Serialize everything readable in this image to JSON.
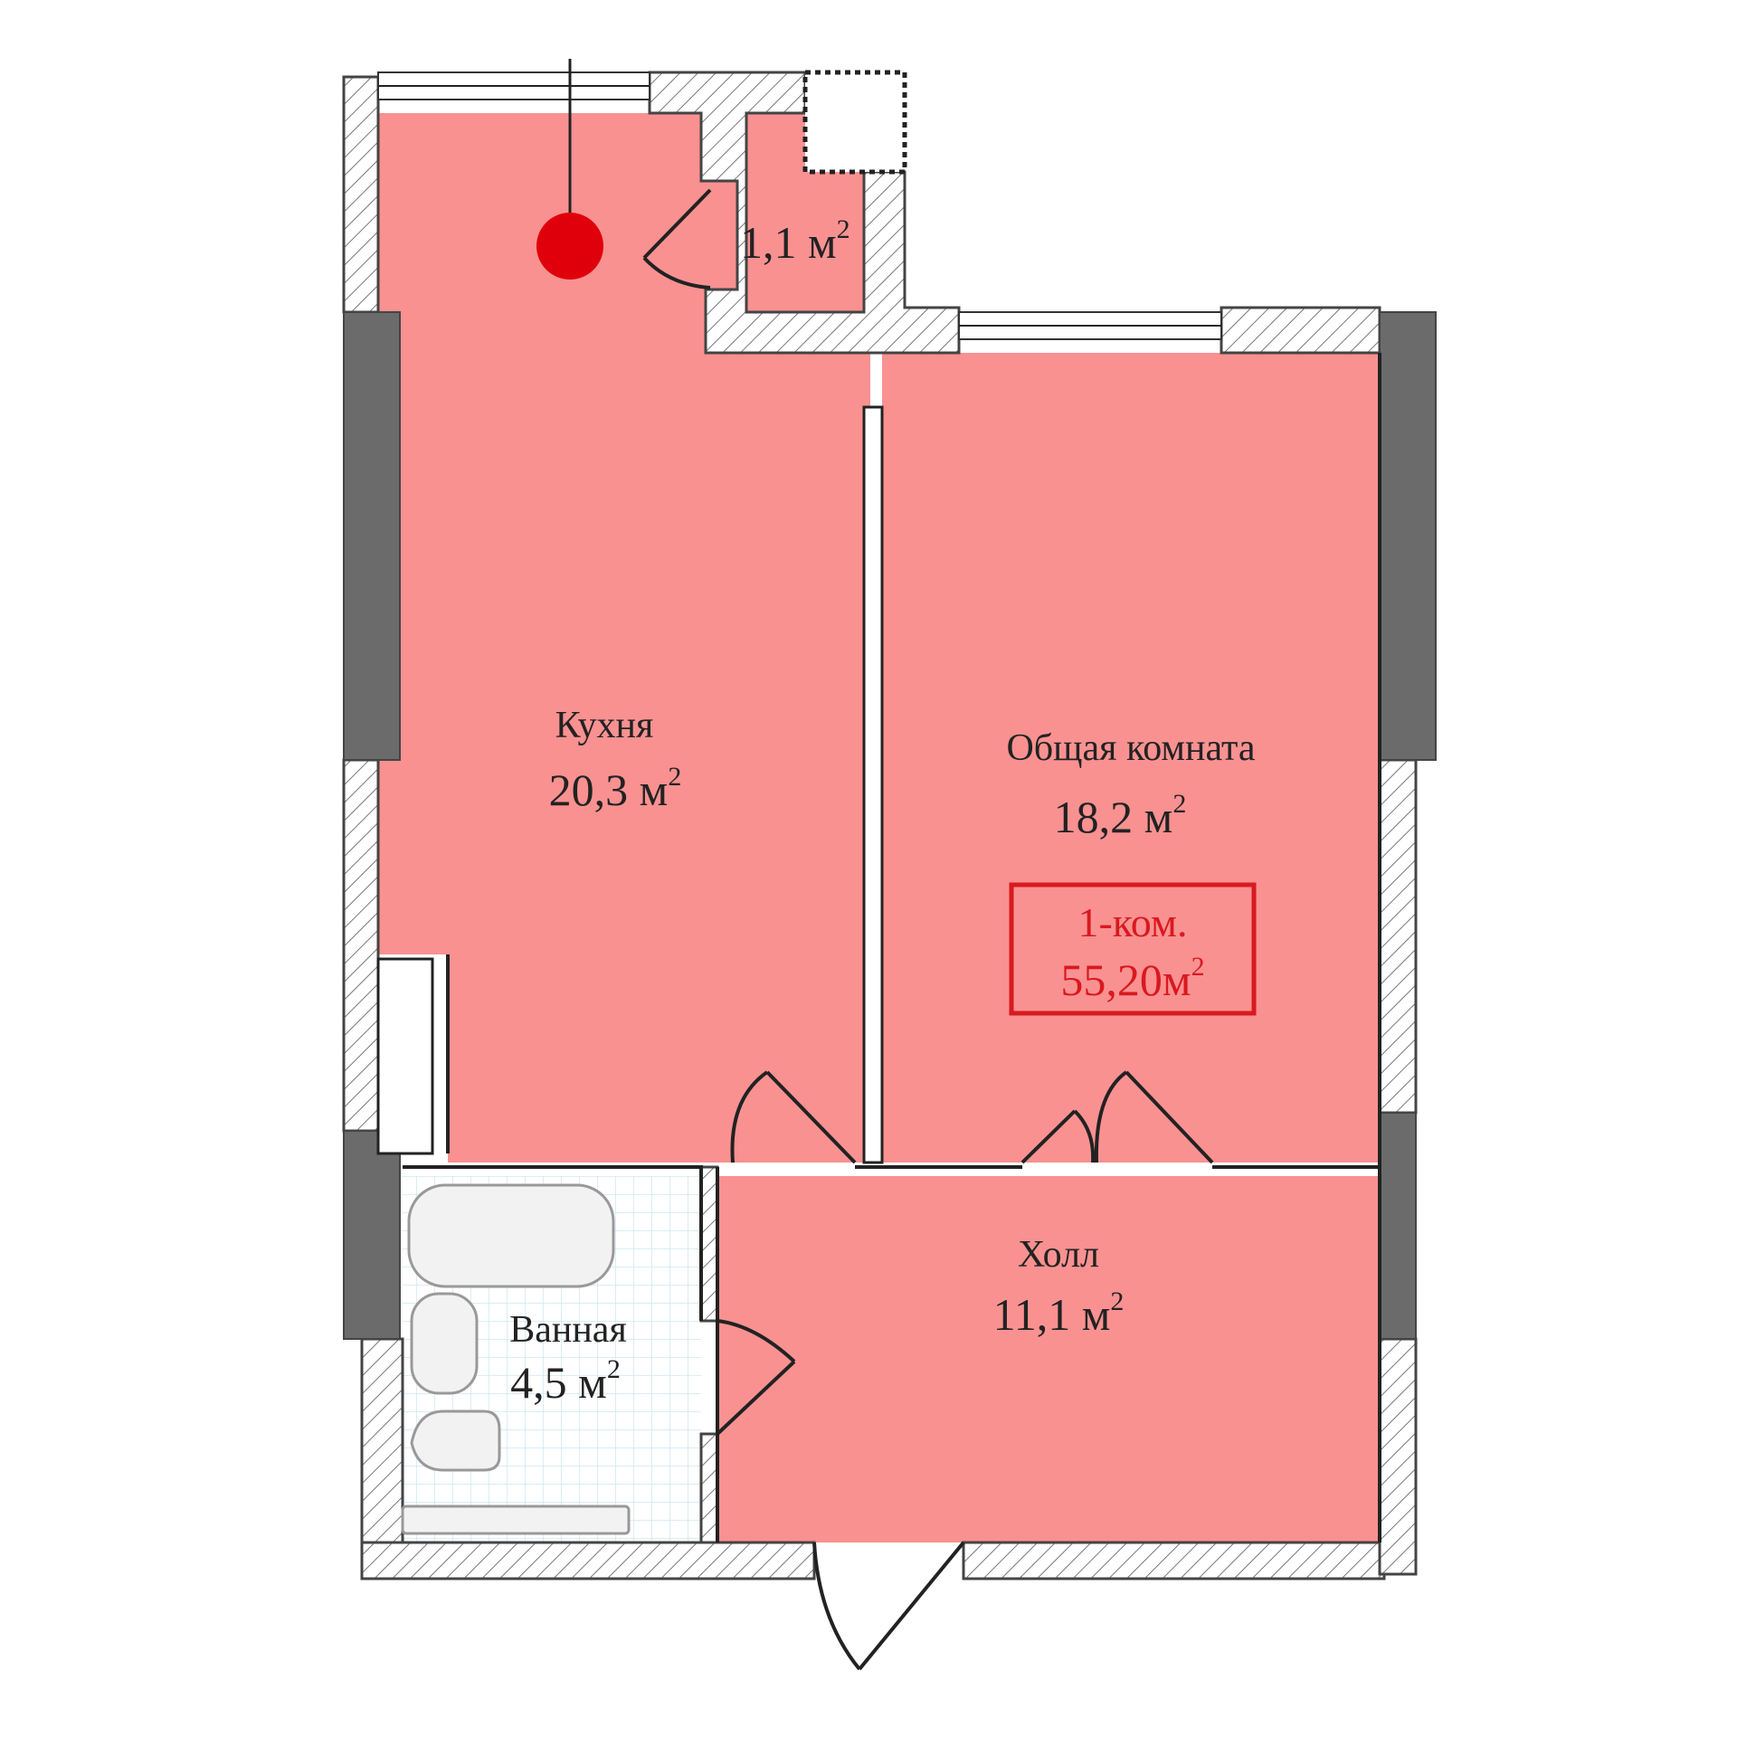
{
  "rooms": {
    "kitchen": {
      "name": "Кухня",
      "area": "20,3 м",
      "sup": "2"
    },
    "living": {
      "name": "Общая комната",
      "area": "18,2 м",
      "sup": "2"
    },
    "hall": {
      "name": "Холл",
      "area": "11,1 м",
      "sup": "2"
    },
    "bath": {
      "name": "Ванная",
      "area": "4,5 м",
      "sup": "2"
    },
    "storage": {
      "area": "1,1 м",
      "sup": "2"
    }
  },
  "apartment": {
    "type": "1-ком.",
    "area": "55,20м",
    "sup": "2"
  },
  "colors": {
    "room_fill": "#f99191",
    "badge": "#d9191f",
    "marker": "#e0000b"
  }
}
